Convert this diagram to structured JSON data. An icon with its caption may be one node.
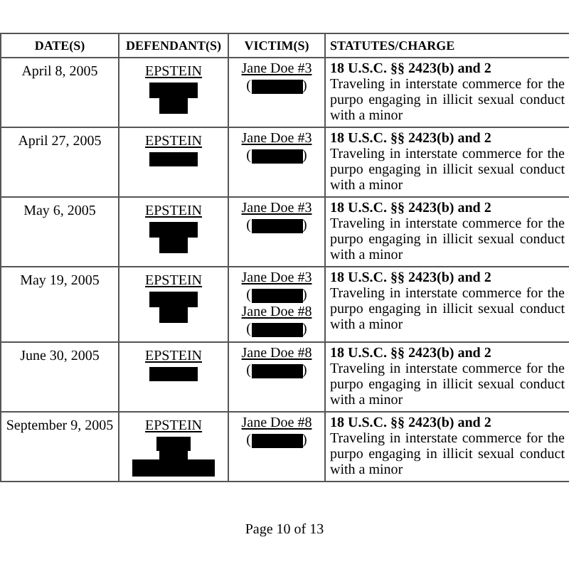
{
  "diagram": {
    "labels": [
      "DATE(S)",
      "DEFENDANT(S)",
      "VICTIM(S)",
      "STATUTES/CHARGE",
      "April 8, 2005",
      "EPSTEIN",
      "Jane Doe #3",
      "(",
      ")",
      "18 U.S.C. §§ 2423(b) and 2",
      "Traveling in interstate commerce for the purpo engaging in illicit sexual conduct with a minor",
      "April 27, 2005",
      "EPSTEIN",
      "Jane Doe #3",
      "(",
      ")",
      "18 U.S.C. §§ 2423(b) and 2",
      "Traveling in interstate commerce for the purpo engaging in illicit sexual conduct with a minor",
      "May 6, 2005",
      "EPSTEIN",
      "Jane Doe #3",
      "(",
      ")",
      "18 U.S.C. §§ 2423(b) and 2",
      "Traveling in interstate commerce for the purpo engaging in illicit sexual conduct with a minor",
      "May 19, 2005",
      "EPSTEIN",
      "Jane Doe #3",
      "(",
      ")",
      "Jane Doe #8",
      "(",
      ")",
      "18 U.S.C. §§ 2423(b) and 2",
      "Traveling in interstate commerce for the purpo engaging in illicit sexual conduct with a minor",
      "June 30, 2005",
      "EPSTEIN",
      "Jane Doe #8",
      "(",
      ")",
      "18 U.S.C. §§ 2423(b) and 2",
      "Traveling in interstate commerce for the purpo engaging in illicit sexual conduct with a minor",
      "September 9, 2005",
      "EPSTEIN",
      "Jane Doe #8",
      "(",
      ")",
      "18 U.S.C. §§ 2423(b) and 2",
      "Traveling in interstate commerce for the purpo engaging in illicit sexual conduct with a minor",
      "Page 10 of 13"
    ]
  }
}
